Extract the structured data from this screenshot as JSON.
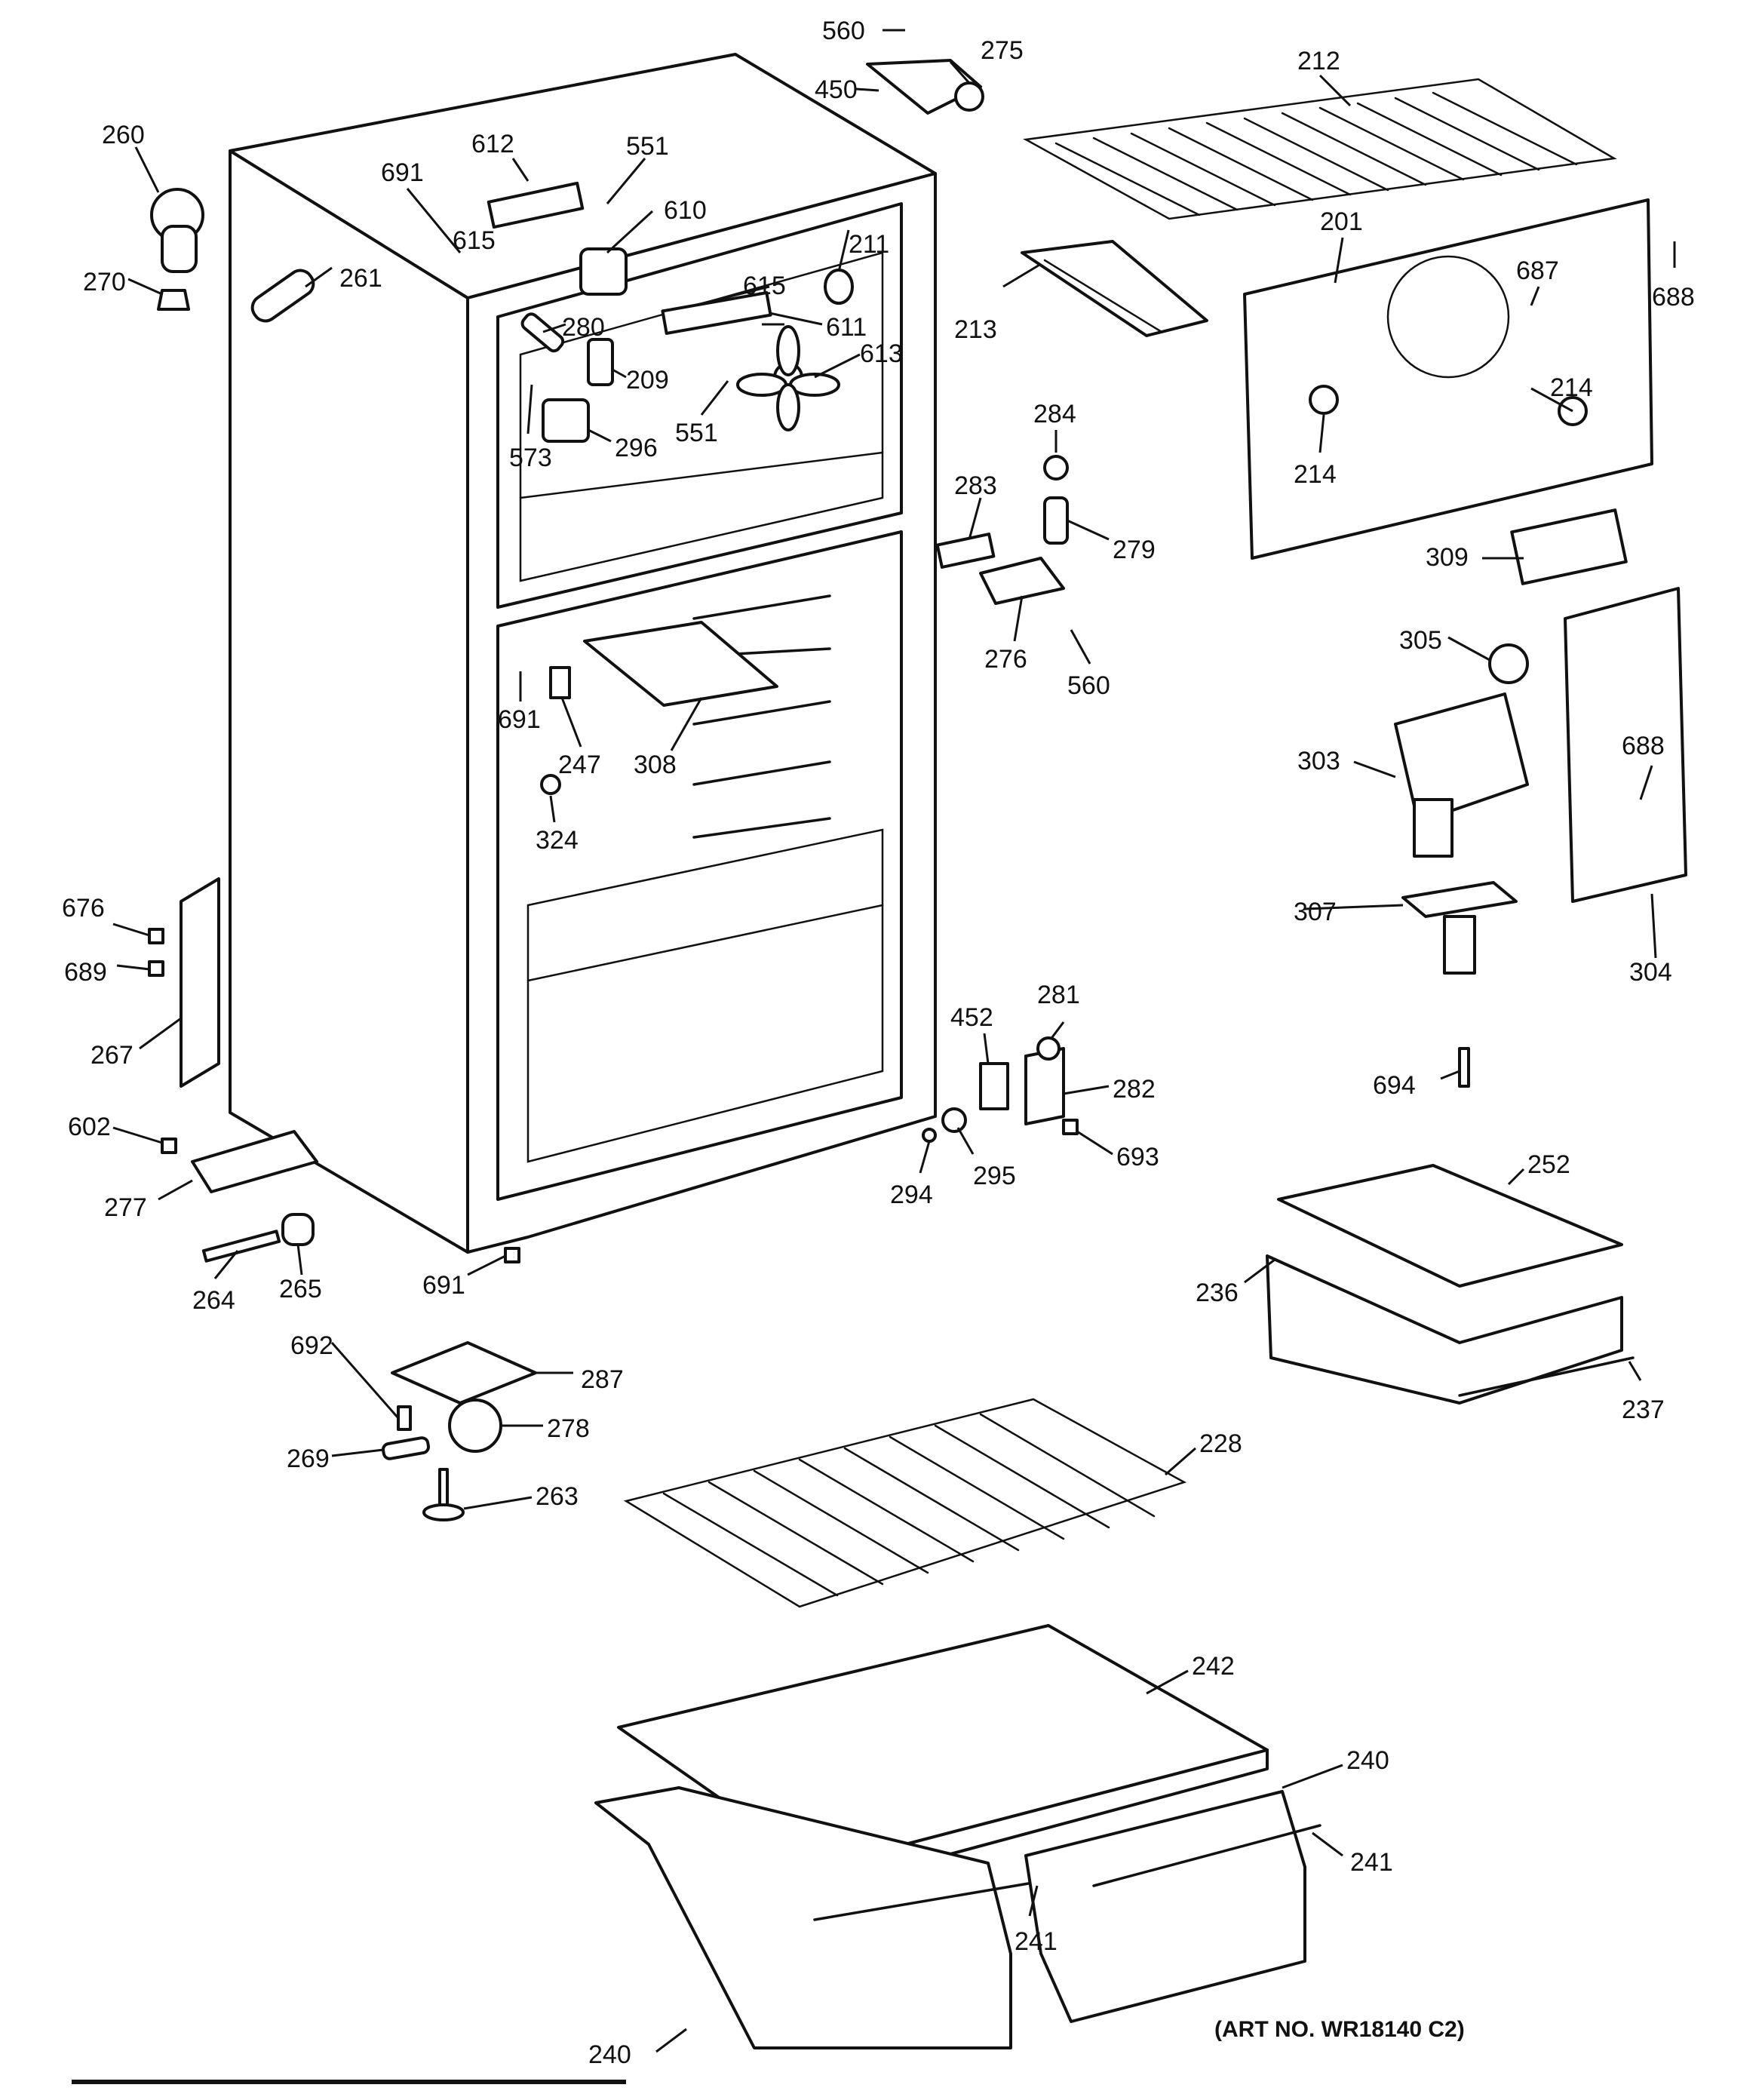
{
  "callouts": [
    "560",
    "275",
    "450",
    "212",
    "260",
    "691",
    "612",
    "551",
    "610",
    "201",
    "688",
    "270",
    "615",
    "211",
    "213",
    "687",
    "261",
    "280",
    "615",
    "611",
    "209",
    "613",
    "573",
    "551",
    "296",
    "214",
    "214",
    "284",
    "283",
    "279",
    "309",
    "276",
    "560",
    "305",
    "691",
    "247",
    "308",
    "303",
    "688",
    "324",
    "676",
    "689",
    "307",
    "304",
    "267",
    "452",
    "281",
    "282",
    "694",
    "602",
    "693",
    "294",
    "295",
    "252",
    "277",
    "236",
    "691",
    "264",
    "265",
    "237",
    "692",
    "287",
    "278",
    "228",
    "269",
    "263",
    "242",
    "240",
    "241",
    "241",
    "240"
  ],
  "art_number": "(ART NO. WR18140 C2)",
  "ink_color": "#111111"
}
